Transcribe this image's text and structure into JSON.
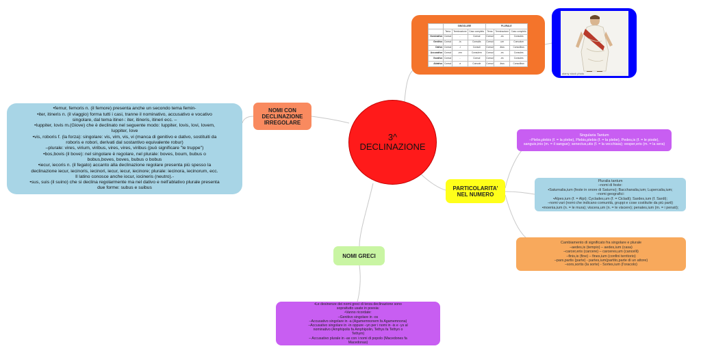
{
  "center": {
    "line1": "3^",
    "line2": "DECLINAZIONE"
  },
  "labels": {
    "irregolari": [
      "NOMI CON",
      "DECLINAZIONE",
      "IRREGOLARE"
    ],
    "particolarita": [
      "PARTICOLARITA'",
      "NEL NUMERO"
    ],
    "greci": "NOMI GRECI"
  },
  "irregolari_text": [
    "•femur, femoris n. (il femore) presenta anche un secondo tema femin-",
    "•iter, itineris n. (il viaggio) forma tutti i casi, tranne il nominativo, accusativo e vocativo",
    "singolare, dal tema itiner-: iter, itineris, itineri ecc. –",
    "•Iuppiter, Iovis m.(Giove) che è declinato nel seguente modo: Iuppiter, Iovis, Iovi, Iovem,",
    "Iuppiter, Iove",
    "•vis, roboris f. (la forza): singolare: vis, vim, vis, vi (manca di genitivo e dativo, sostituiti da",
    "roboris e robori, derivati dal sostantivo equivalente robur)",
    "–plurale: vires, virium, viribus, vires, vires, viribus (può significare \"le truppe\")",
    "•bos,bovis (il bove): nel singolare è regolare, nel plurale: boves, boum, bubus o",
    "bobus,boves, boves, bubus o bobus",
    "•iecur, iecoris n. (il fegato) accanto alla declinazione regolare presenta più spesso la",
    "declinazione iecur, iecinoris, iecinori, iecur, iecur, iecinore; plurale: iecinora, iecinorum, ecc.",
    "Il latino conosce anche iocur, iocineris (neutro).-",
    "•sus, suis (il suino) che si declina regolarmente ma nel dativo e nell'ablativo plurale presenta",
    "due forme: subus e suibus"
  ],
  "singularia_text": [
    "Singularia Tantum",
    "–Plebs,plebis (f. = la plebe), Plebis,plebis (f. = la plebe), Pedes,is (f. = le piode),",
    "sanguis,inis (m. = il sangue); senectus,utis (f. = la vecchiaia); vesper,eris (m. = la sera)"
  ],
  "pluralia_text": [
    "Pluralia tantum",
    "–nomi di feste:",
    "•Saturnalia,ium (feste in onore di Saturno); Bacchanalia,ium; Lupercalia,ium;",
    "–nomi geografici:",
    "•Alpes,ium (f. = Alpi); Cyclades,um (f. = Cicladi); Sardes,ium (f. Sardi);",
    "–nomi vari (nomi che indicano comunità, gruppi e cose costituite da più parti)",
    "•moenia,ium (n. = le mura); viscera,um (n. = le viscere); penates,ium (m. = i penati);"
  ],
  "significato_text": [
    "Cambiamento di significato fra singolare e plurale",
    "–aedes,is (tempio)  –   aedes,ium (casa)",
    "–carcer,eris (carcere)  –  carceres,um (cancelli)",
    "–finis,is (fine) – fines,ium (confini territorio)",
    "–pars,partis (parte) - partes,ium(partito,parte di un attore)",
    "–sors,sortis (la sorte) - Sortes,ium (l'oracolo)"
  ],
  "greci_text": [
    "•Le desinenze dei nomi greci di terza declinazione sono",
    "soprattutto usate in poesia:",
    "•Vanno ricordate:",
    "–Genitivo singolare in -os",
    "–Accusativo singolare in -a (Agamemnonem fa Agamemnona)",
    "–Accusativo singolare in -in oppure –yn per i nomi in -is e -ys al",
    "nominativo (Amphipolis fa Amphipolin, Tethys fa Tethyn o",
    "Tethym)",
    "– Accusativo plurale in -as con i nomi di popolo (Macedones fa",
    "Macedonas)"
  ],
  "table": {
    "group_headers": [
      "SINGOLARE",
      "PLURALE"
    ],
    "col_headers": [
      "Tema",
      "Terminazione",
      "Caso completo",
      "Tema",
      "Terminazione",
      "Caso completo"
    ],
    "rows": [
      {
        "case": "Nominativo",
        "cells": [
          "Consul",
          "-",
          "Consul",
          "Consul",
          "-es",
          "Consules"
        ]
      },
      {
        "case": "Genitivo",
        "cells": [
          "Consul",
          "-is",
          "Consulis",
          "Consul",
          "-um",
          "Consulum"
        ]
      },
      {
        "case": "Dativo",
        "cells": [
          "Consul",
          "-i",
          "Consuli",
          "Consul",
          "-ibus",
          "Consulibus"
        ]
      },
      {
        "case": "Accusativo",
        "cells": [
          "Consul",
          "-em",
          "Consulem",
          "Consul",
          "-es",
          "Consules"
        ]
      },
      {
        "case": "Vocativo",
        "cells": [
          "Consul",
          "-",
          "Consul",
          "Consul",
          "-es",
          "Consules"
        ]
      },
      {
        "case": "Ablativo",
        "cells": [
          "Consul",
          "-e",
          "Console",
          "Consul",
          "-ibus",
          "Consulibus"
        ]
      }
    ]
  },
  "image_caption": "alamy stock photo",
  "colors": {
    "center": "#ff1a1a",
    "orange_label": "#f98a5f",
    "yellow_label": "#ffff1a",
    "green_label": "#c9f5a3",
    "light_blue": "#a8d5e6",
    "purple": "#c85ef2",
    "light_orange": "#f8a95c",
    "deep_orange": "#f4742b",
    "blue_frame": "#0000ff",
    "connector": "#c8c8c8"
  }
}
